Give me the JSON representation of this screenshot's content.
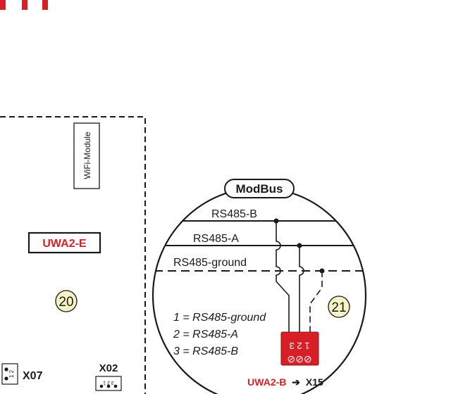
{
  "board": {
    "wifi_module_label": "WiFi-Module",
    "uwa2e_label": "UWA2-E",
    "callout_20": "20",
    "x07_label": "X07",
    "x07_pins": "1 2",
    "x02_label": "X02",
    "x02_pins": "3 2 1"
  },
  "modbus": {
    "title": "ModBus",
    "lines": {
      "rs485_b": "RS485-B",
      "rs485_a": "RS485-A",
      "rs485_ground": "RS485-ground"
    },
    "legend": [
      "1 = RS485-ground",
      "2 = RS485-A",
      "3 = RS485-B"
    ],
    "callout_21": "21",
    "terminal_pins": "1 2 3",
    "terminal_screws": "⊘⊘⊘",
    "connector_label": "UWA2-B",
    "arrow": "➔",
    "connector_port": "X15"
  },
  "colors": {
    "accent_red": "#d81f26",
    "callout_fill": "#f7f3c4",
    "line": "#1a1a1a"
  }
}
